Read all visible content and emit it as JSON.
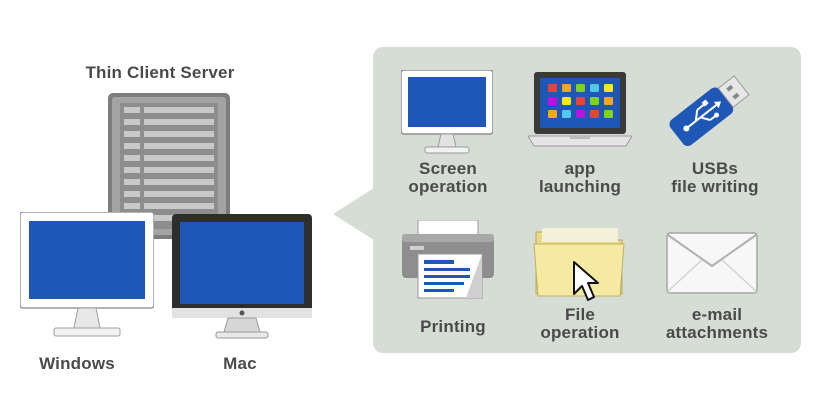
{
  "left": {
    "server_label": "Thin Client Server",
    "windows_label": "Windows",
    "mac_label": "Mac"
  },
  "features": [
    {
      "line1": "Screen",
      "line2": "operation",
      "icon": "monitor-icon"
    },
    {
      "line1": "app",
      "line2": "launching",
      "icon": "laptop-apps-icon"
    },
    {
      "line1": "USBs",
      "line2": "file writing",
      "icon": "usb-drive-icon"
    },
    {
      "line1": "Printing",
      "line2": "",
      "icon": "printer-icon"
    },
    {
      "line1": "File",
      "line2": "operation",
      "icon": "folder-cursor-icon"
    },
    {
      "line1": "e-mail",
      "line2": "attachments",
      "icon": "envelope-icon"
    }
  ],
  "colors": {
    "panel_bg": "#d5ddd5",
    "screen_blue": "#1f57b7",
    "text": "#4a4a4a",
    "server_gray": "#8a8a8a"
  }
}
